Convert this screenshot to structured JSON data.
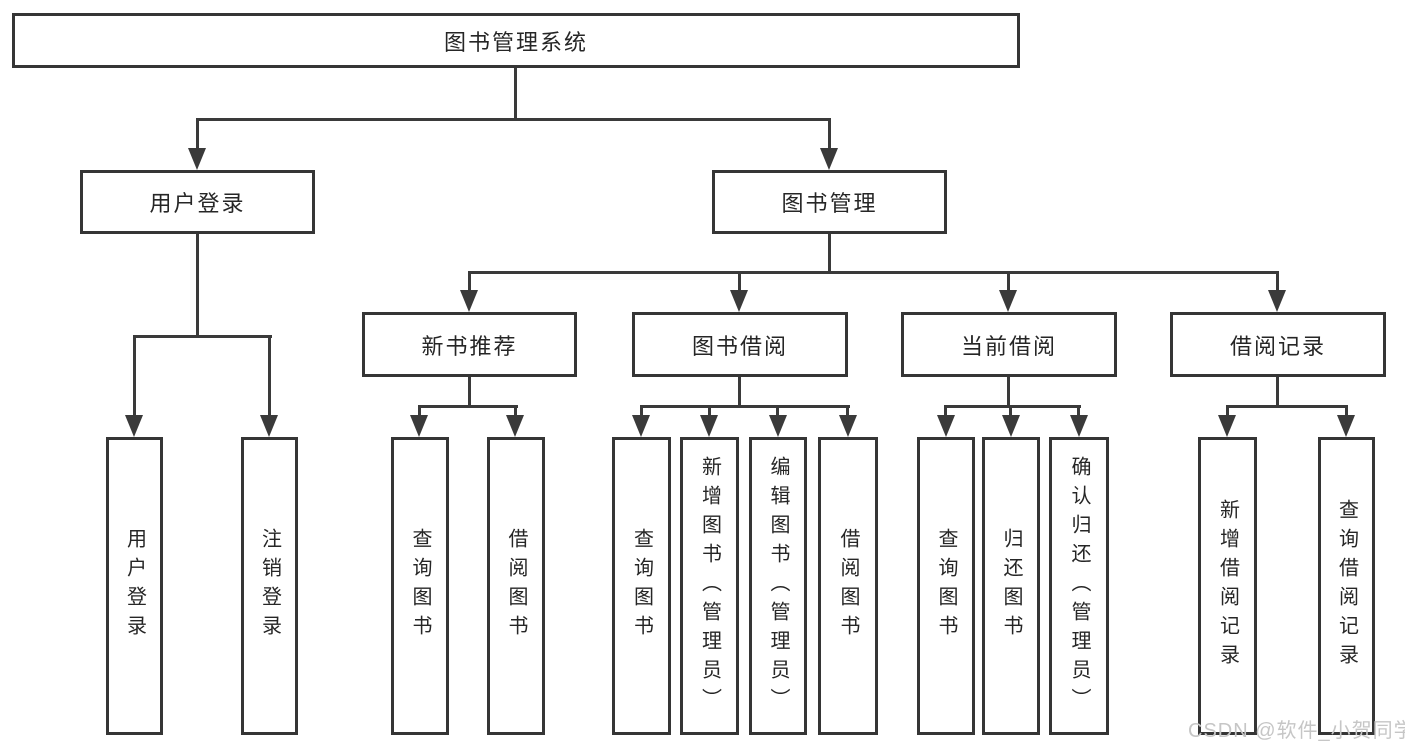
{
  "root": {
    "label": "图书管理系统"
  },
  "level2": {
    "user_login": {
      "label": "用户登录"
    },
    "book_mgmt": {
      "label": "图书管理"
    }
  },
  "level3": {
    "new_books": {
      "label": "新书推荐"
    },
    "book_borrow": {
      "label": "图书借阅"
    },
    "current_borrow": {
      "label": "当前借阅"
    },
    "borrow_records": {
      "label": "借阅记录"
    }
  },
  "leaves": {
    "user_login_leaf": {
      "label": "用户登录"
    },
    "logout": {
      "label": "注销登录"
    },
    "nb_query": {
      "label": "查询图书"
    },
    "nb_borrow": {
      "label": "借阅图书"
    },
    "bb_query": {
      "label": "查询图书"
    },
    "bb_add": {
      "label": "新增图书（管理员）"
    },
    "bb_edit": {
      "label": "编辑图书（管理员）"
    },
    "bb_borrow": {
      "label": "借阅图书"
    },
    "cb_query": {
      "label": "查询图书"
    },
    "cb_return": {
      "label": "归还图书"
    },
    "cb_confirm": {
      "label": "确认归还（管理员）"
    },
    "br_add": {
      "label": "新增借阅记录"
    },
    "br_query": {
      "label": "查询借阅记录"
    }
  },
  "watermark": {
    "text": "CSDN @软件_小贺同学"
  },
  "colors": {
    "line": "#3a3a3a",
    "box_border": "#353535",
    "text": "#262626",
    "watermark": "#c6c6c6",
    "background": "#ffffff"
  }
}
